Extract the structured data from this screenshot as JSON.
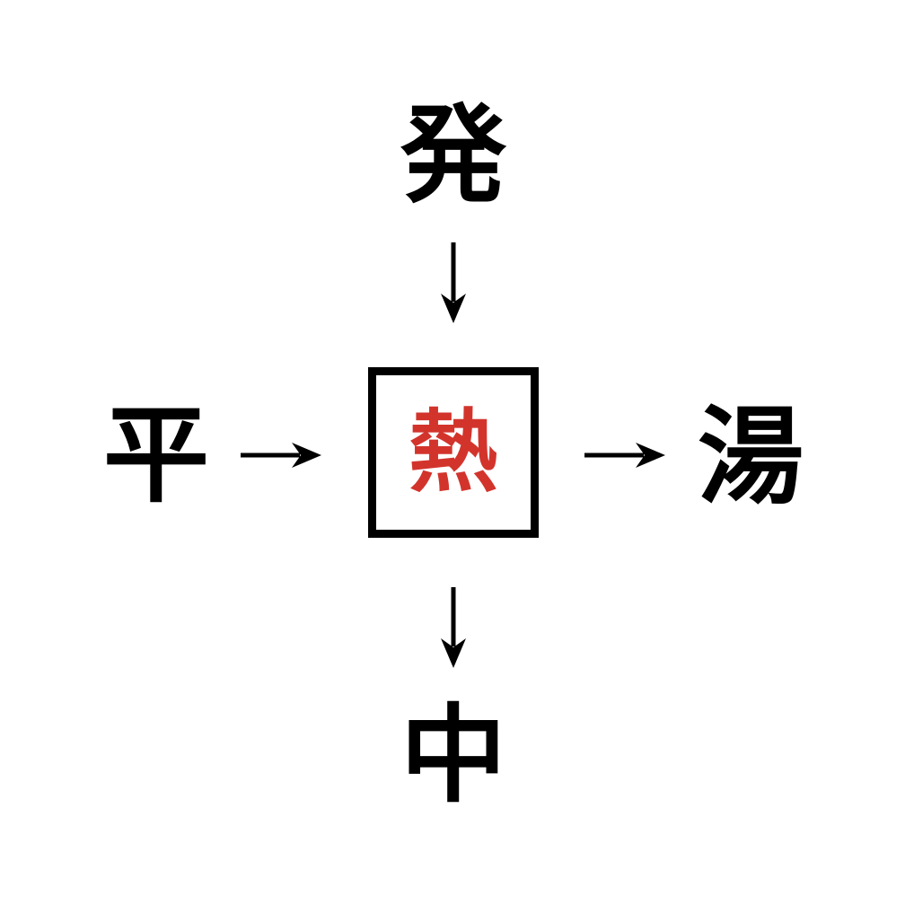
{
  "puzzle": {
    "top_char": "発",
    "left_char": "平",
    "right_char": "湯",
    "bottom_char": "中",
    "center_char": "熱"
  },
  "icons": {
    "arrow_top": "down-arrow",
    "arrow_left": "right-arrow",
    "arrow_right": "right-arrow",
    "arrow_bottom": "down-arrow"
  },
  "colors": {
    "center_char": "#d2342c",
    "outer_char": "#000000",
    "box_border": "#000000",
    "background": "#ffffff"
  }
}
